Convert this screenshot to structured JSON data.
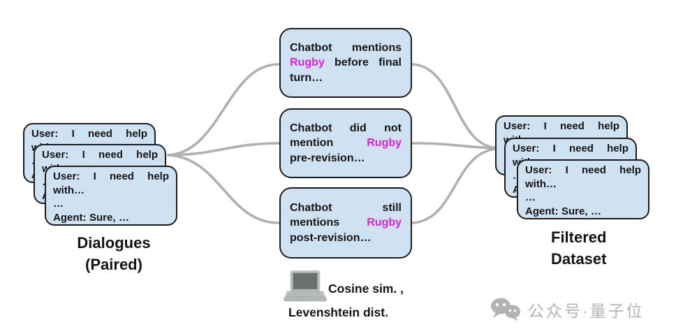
{
  "diagram": {
    "left_stack": {
      "label": [
        "Dialogues",
        "(Paired)"
      ]
    },
    "right_stack": {
      "label": [
        "Filtered",
        "Dataset"
      ]
    },
    "dialogue_card": {
      "lines": [
        {
          "justify": true,
          "tokens": [
            {
              "t": "User:"
            },
            {
              "t": "I"
            },
            {
              "t": "need"
            },
            {
              "t": "help"
            }
          ]
        },
        {
          "justify": false,
          "tokens": [
            {
              "t": "with…"
            }
          ]
        },
        {
          "justify": false,
          "tokens": [
            {
              "t": "…"
            }
          ]
        },
        {
          "justify": false,
          "tokens": [
            {
              "t": "Agent:"
            },
            {
              "t": "Sure,"
            },
            {
              "t": "…"
            }
          ]
        }
      ]
    },
    "filter_boxes": [
      {
        "lines": [
          {
            "justify": true,
            "tokens": [
              {
                "t": "Chatbot"
              },
              {
                "t": "mentions"
              }
            ]
          },
          {
            "justify": true,
            "tokens": [
              {
                "t": "Rugby",
                "h": true
              },
              {
                "t": "before"
              },
              {
                "t": "final"
              }
            ]
          },
          {
            "justify": false,
            "tokens": [
              {
                "t": "turn…"
              }
            ]
          }
        ]
      },
      {
        "lines": [
          {
            "justify": true,
            "tokens": [
              {
                "t": "Chatbot"
              },
              {
                "t": "did"
              },
              {
                "t": "not"
              }
            ]
          },
          {
            "justify": true,
            "tokens": [
              {
                "t": "mention"
              },
              {
                "t": "Rugby",
                "h": true
              }
            ]
          },
          {
            "justify": false,
            "tokens": [
              {
                "t": "pre-revision…"
              }
            ]
          }
        ]
      },
      {
        "lines": [
          {
            "justify": true,
            "tokens": [
              {
                "t": "Chatbot"
              },
              {
                "t": "still"
              }
            ]
          },
          {
            "justify": true,
            "tokens": [
              {
                "t": "mentions"
              },
              {
                "t": "Rugby",
                "h": true
              }
            ]
          },
          {
            "justify": false,
            "tokens": [
              {
                "t": "post-revision…"
              }
            ]
          }
        ]
      }
    ],
    "method_note": {
      "icon": "laptop-icon",
      "line1": "Cosine sim. ,",
      "line2": "Levenshtein dist."
    },
    "watermark": {
      "icon": "wechat-icon",
      "text": "公众号·量子位"
    },
    "colors": {
      "card_fill": "#cfe2f2",
      "card_border": "#1c1c1c",
      "connector": "#b0b0b0",
      "highlight": "#e21cd8",
      "ink": "#141414",
      "watermark": "#b3b3b3"
    }
  }
}
